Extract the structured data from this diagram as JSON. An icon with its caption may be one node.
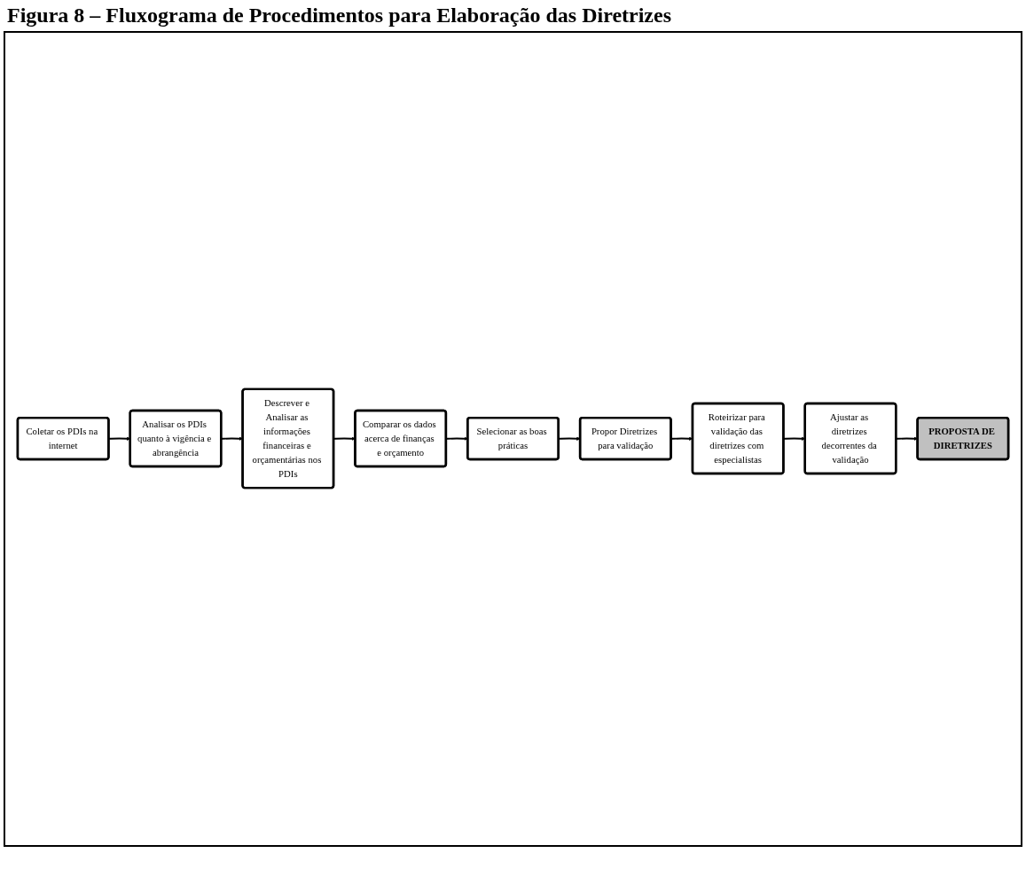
{
  "diagram": {
    "title": "Figura 8 – Fluxograma de Procedimentos para Elaboração das Diretrizes",
    "nodes": [
      {
        "text": [
          "Coletar os PDIs na internet"
        ]
      },
      {
        "text": [
          "Analisar os PDIs quanto à vigência e abrangência"
        ]
      },
      {
        "text": [
          "Descrever e Analisar as informações financeiras e orçamentárias nos PDIs"
        ]
      },
      {
        "text": [
          "Comparar os dados acerca de finanças e orçamento"
        ]
      },
      {
        "text": [
          "Selecionar as boas práticas"
        ]
      },
      {
        "text": [
          "Propor Diretrizes para validação"
        ]
      },
      {
        "text": [
          "Roteirizar para validação das diretrizes com especialistas"
        ]
      },
      {
        "text": [
          "Ajustar as diretrizes decorrentes da validação"
        ]
      },
      {
        "text": [
          "PROPOSTA DE DIRETRIZES"
        ]
      }
    ],
    "edges": [
      {
        "from": 0,
        "to": 1,
        "arrow": "to"
      },
      {
        "from": 1,
        "to": 2,
        "arrow": "to"
      },
      {
        "from": 2,
        "to": 3,
        "arrow": "to"
      },
      {
        "from": 3,
        "to": 4,
        "arrow": "to"
      },
      {
        "from": 4,
        "to": 5,
        "arrow": "to"
      },
      {
        "from": 5,
        "to": 6,
        "arrow": "to"
      },
      {
        "from": 6,
        "to": 7,
        "arrow": "to"
      },
      {
        "from": 7,
        "to": 8,
        "arrow": "to"
      }
    ]
  }
}
